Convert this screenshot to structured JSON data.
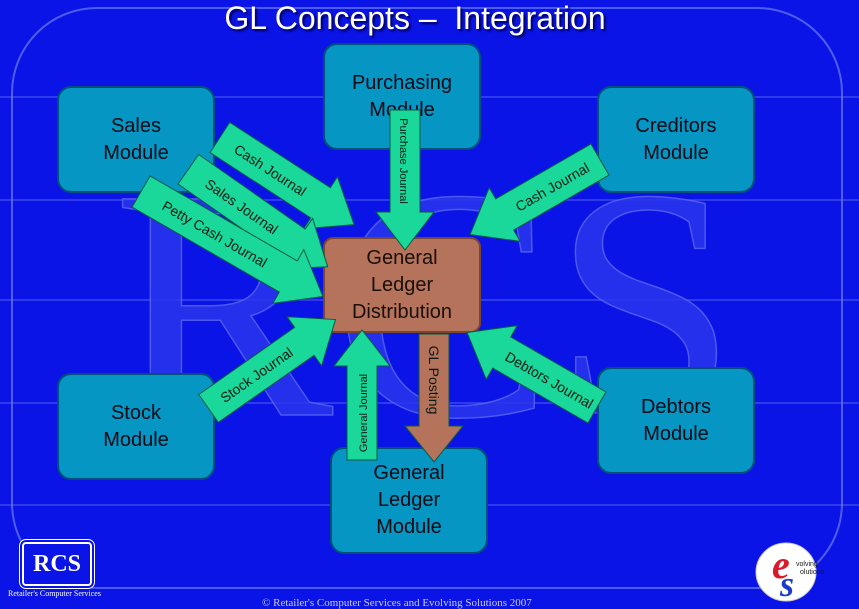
{
  "title": "GL Concepts –  Integration",
  "modules": {
    "sales": [
      "Sales",
      "Module"
    ],
    "purchasing": [
      "Purchasing",
      "Module"
    ],
    "creditors": [
      "Creditors",
      "Module"
    ],
    "stock": [
      "Stock",
      "Module"
    ],
    "debtors": [
      "Debtors",
      "Module"
    ],
    "gl_module": [
      "General",
      "Ledger",
      "Module"
    ]
  },
  "gl_distribution": [
    "General",
    "Ledger",
    "Distribution"
  ],
  "journals": {
    "cash_journal_sales": "Cash Journal",
    "sales_journal": "Sales Journal",
    "petty_cash_journal": "Petty Cash Journal",
    "purchase_journal": "Purchase Journal",
    "cash_journal_creditors": "Cash  Journal",
    "stock_journal": "Stock Journal",
    "general_journal": "General Journal",
    "gl_posting": "GL Posting",
    "debtors_journal": "Debtors  Journal"
  },
  "watermark": "RCS",
  "logo": {
    "text": "RCS",
    "caption": "Retailer's Computer Services",
    "es_lines": [
      "volving",
      "olutions"
    ]
  },
  "footer": "© Retailer's Computer Services and Evolving Solutions 2007",
  "colors": {
    "background": "#0a14e6",
    "module_fill": "#0596c4",
    "distribution_fill": "#b4735a",
    "arrow_fill": "#19d89a",
    "gl_posting_arrow": "#b4735a"
  }
}
